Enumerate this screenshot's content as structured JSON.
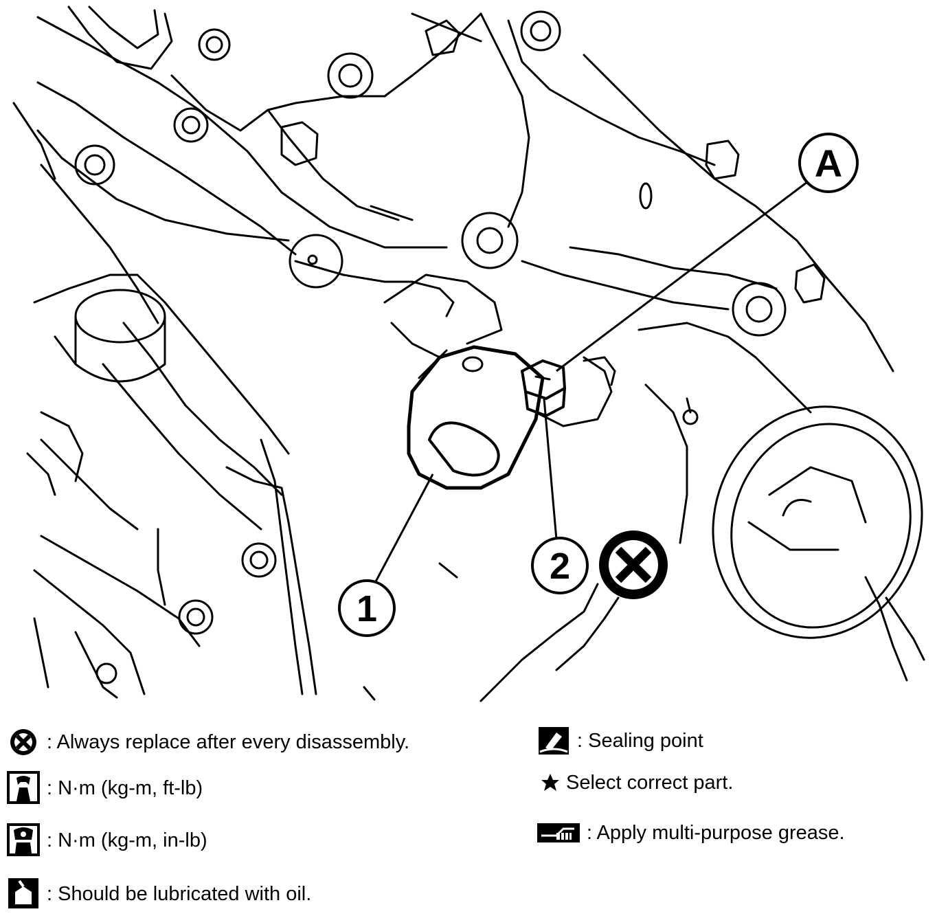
{
  "callouts": {
    "part_1": "1",
    "part_2": "2",
    "point_a": "A"
  },
  "legend": {
    "replace": {
      "icon": "replace-x-icon",
      "text": ": Always replace after every disassembly."
    },
    "torque_ft": {
      "icon": "wrench-torque-icon",
      "text": ": N·m (kg-m, ft-lb)"
    },
    "torque_in": {
      "icon": "wrench-torque-dark-icon",
      "text": ": N·m (kg-m, in-lb)"
    },
    "oil": {
      "icon": "oil-can-icon",
      "text": ": Should be lubricated with oil."
    },
    "sealing": {
      "icon": "sealing-icon",
      "text": ": Sealing point"
    },
    "select": {
      "icon": "star-icon",
      "text": "Select correct part."
    },
    "grease": {
      "icon": "grease-gun-icon",
      "text": ": Apply multi-purpose grease."
    }
  }
}
